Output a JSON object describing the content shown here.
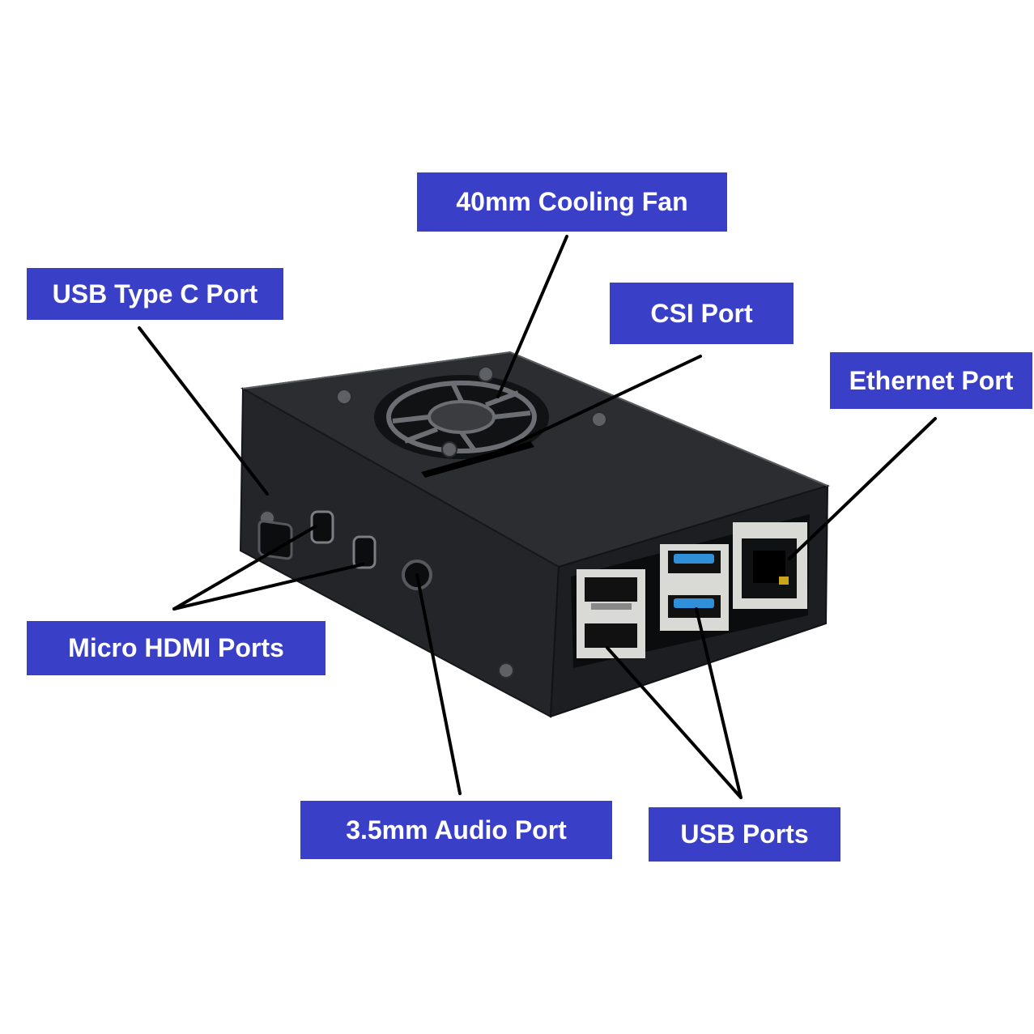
{
  "colors": {
    "callout_bg": "#3a3fc7",
    "callout_text": "#ffffff",
    "leader_line": "#000000",
    "case_body": "#222427",
    "case_top": "#2b2d30",
    "usb3_blue": "#2f8fd8"
  },
  "callouts": {
    "cooling_fan": "40mm Cooling Fan",
    "usb_type_c": "USB Type C Port",
    "csi_port": "CSI Port",
    "ethernet_port": "Ethernet Port",
    "micro_hdmi": "Micro HDMI Ports",
    "audio_port": "3.5mm Audio Port",
    "usb_ports": "USB Ports"
  }
}
